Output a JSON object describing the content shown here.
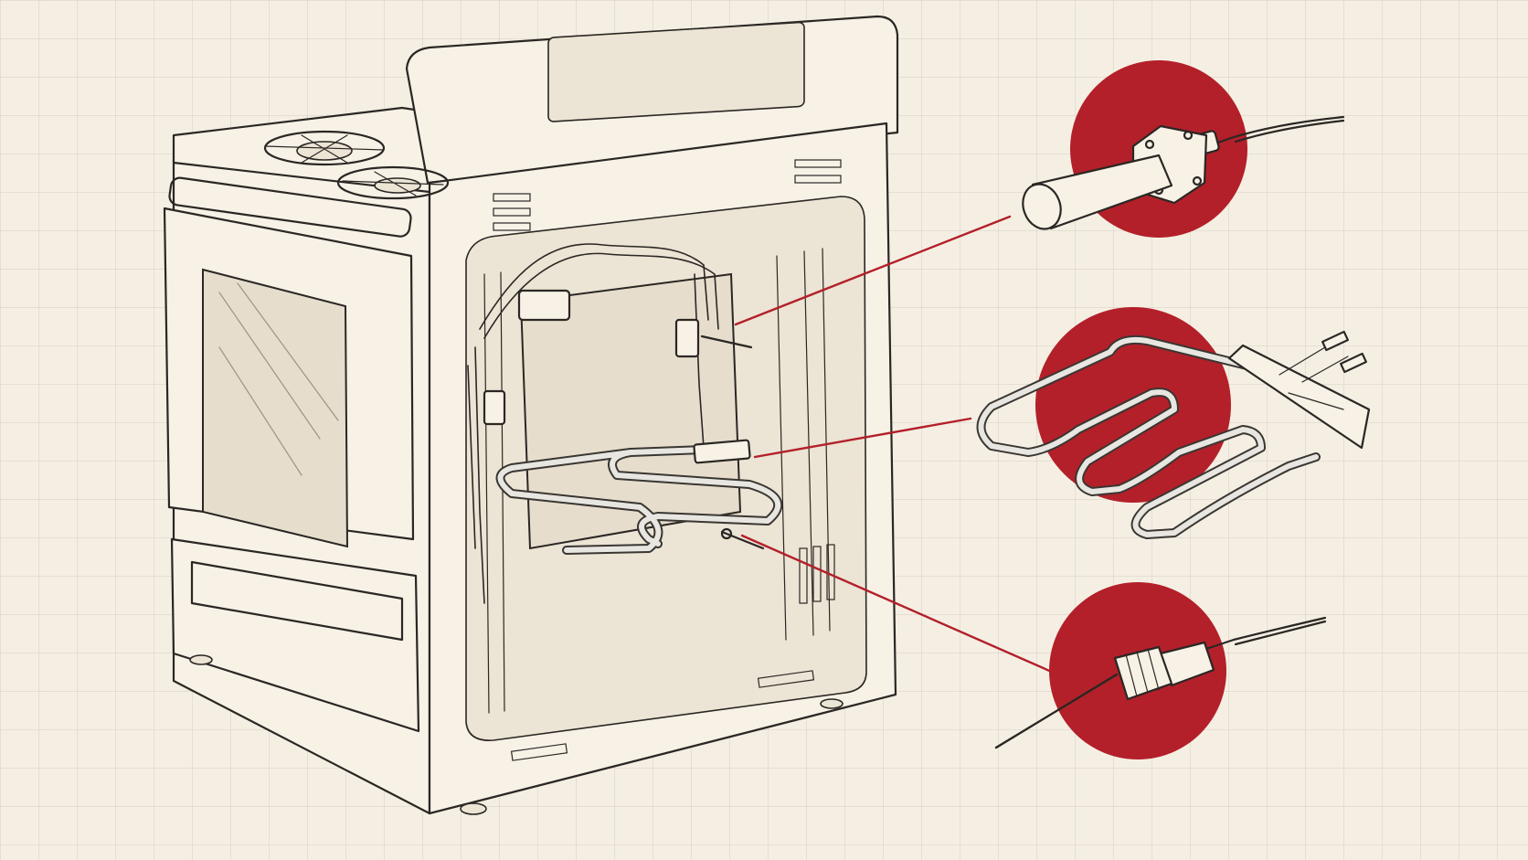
{
  "colors": {
    "background": "#f5efe3",
    "grid": "#d9d0c0",
    "ink": "#2a2724",
    "accent": "#b3202a"
  },
  "components": [
    {
      "id": "igniter",
      "icon": "igniter-icon"
    },
    {
      "id": "bake-element",
      "icon": "heating-element-icon"
    },
    {
      "id": "temperature-sensor",
      "icon": "temperature-sensor-icon"
    }
  ]
}
